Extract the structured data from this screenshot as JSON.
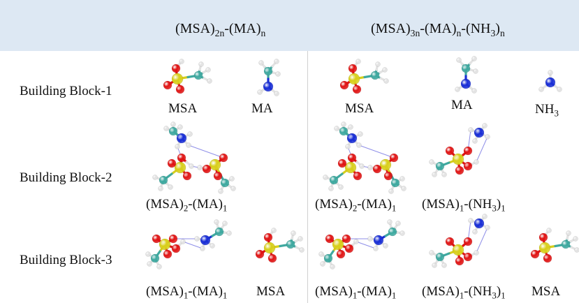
{
  "header": {
    "col1": {
      "pre": "(MSA)",
      "s1": "2n",
      "mid": "-(MA)",
      "s2": "n"
    },
    "col2": {
      "pre": "(MSA)",
      "s1": "3n",
      "mid": "-(MA)",
      "s2": "n",
      "mid2": "-(NH",
      "s3": "3",
      "post": ")",
      "s4": "n"
    }
  },
  "rows": [
    {
      "label": "Building Block-1"
    },
    {
      "label": "Building Block-2"
    },
    {
      "label": "Building Block-3"
    }
  ],
  "captions": {
    "b1_msa_a": "MSA",
    "b1_ma_a": "MA",
    "b1_msa_b": "MSA",
    "b1_ma_b": "MA",
    "b1_nh3": {
      "pre": "NH",
      "s": "3"
    },
    "b2_cluster_a": {
      "pre": "(MSA)",
      "s1": "2",
      "mid": "-(MA)",
      "s2": "1"
    },
    "b2_cluster_b": {
      "pre": "(MSA)",
      "s1": "2",
      "mid": "-(MA)",
      "s2": "1"
    },
    "b2_cluster_c": {
      "pre": "(MSA)",
      "s1": "1",
      "mid": "-(NH",
      "s2": "3",
      "post": ")",
      "s3": "1"
    },
    "b3_cluster_a": {
      "pre": "(MSA)",
      "s1": "1",
      "mid": "-(MA)",
      "s2": "1"
    },
    "b3_msa_a": "MSA",
    "b3_cluster_b": {
      "pre": "(MSA)",
      "s1": "1",
      "mid": "-(MA)",
      "s2": "1"
    },
    "b3_cluster_c": {
      "pre": "(MSA)",
      "s1": "1",
      "mid": "-(NH",
      "s2": "3",
      "post": ")",
      "s3": "1"
    },
    "b3_msa_b": "MSA"
  },
  "colors": {
    "header_bg": "#dde8f3",
    "sulfur": "#d8cf1c",
    "oxygen": "#e01414",
    "carbon": "#3fa9a0",
    "nitrogen": "#1a2fd6",
    "hydrogen": "#e2e2e2",
    "hbond": "#8f8fe8"
  }
}
